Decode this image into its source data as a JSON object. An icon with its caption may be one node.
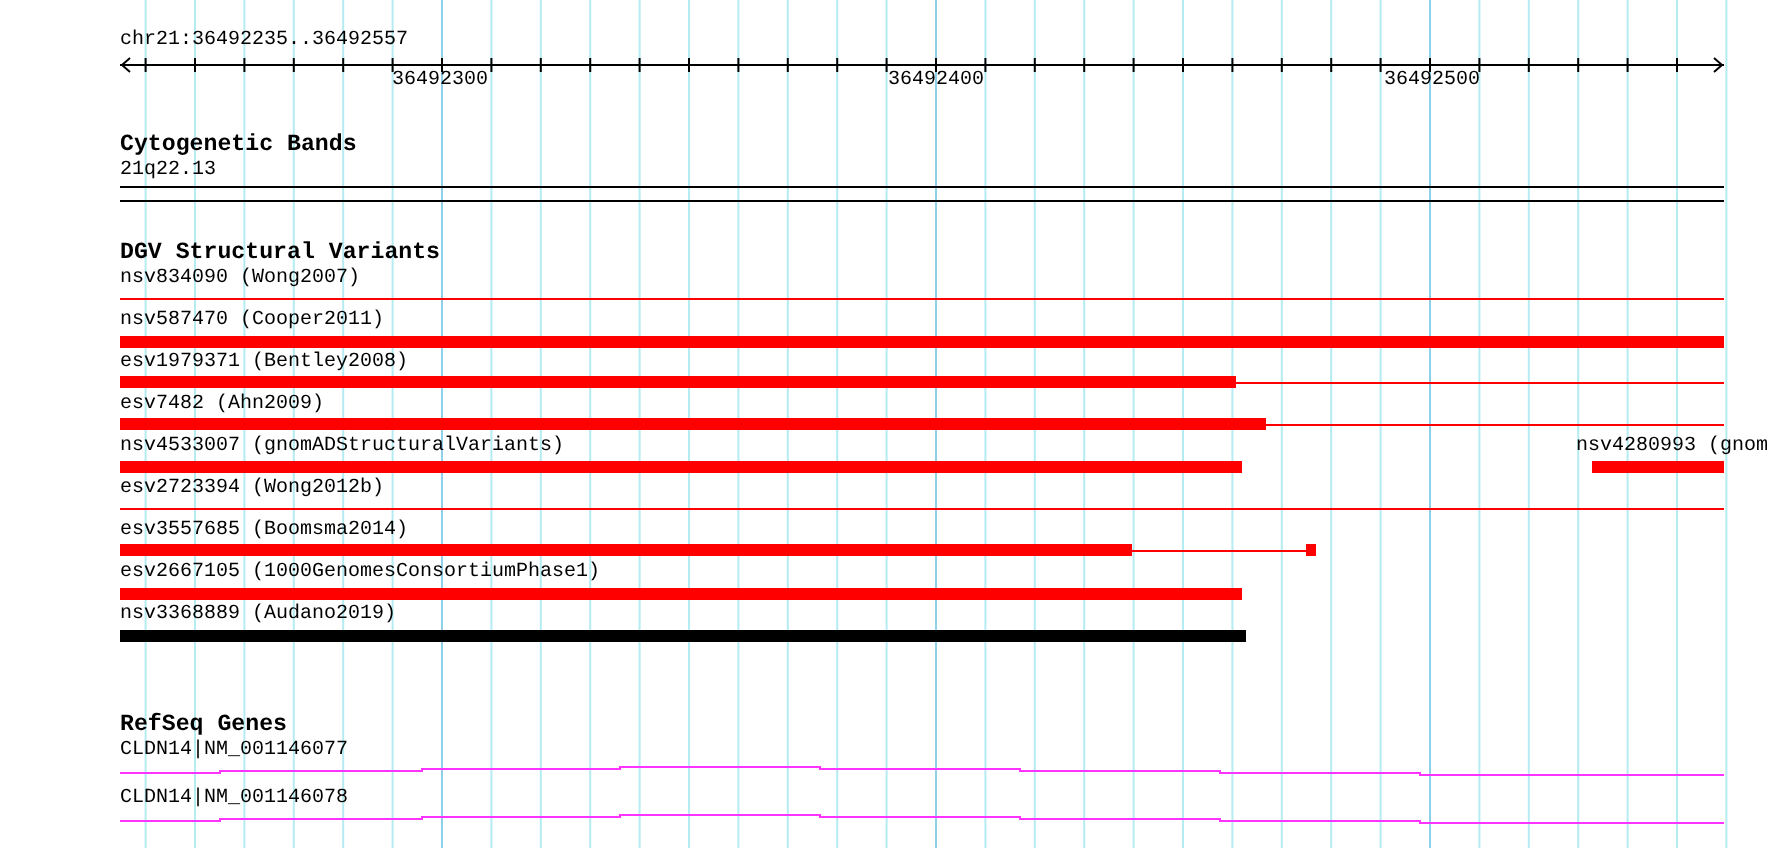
{
  "diagram": {
    "labels": [
      "chr21:36492235..36492557",
      "36492300",
      "36492400",
      "36492500",
      "Cytogenetic Bands",
      "21q22.13",
      "DGV Structural Variants",
      "nsv834090 (Wong2007)",
      "nsv587470 (Cooper2011)",
      "esv1979371 (Bentley2008)",
      "esv7482 (Ahn2009)",
      "nsv4533007 (gnomADStructuralVariants)",
      "nsv4280993 (gnom",
      "esv2723394 (Wong2012b)",
      "esv3557685 (Boomsma2014)",
      "esv2667105 (1000GenomesConsortiumPhase1)",
      "nsv3368889 (Audano2019)",
      "RefSeq Genes",
      "CLDN14|NM_001146077",
      "CLDN14|NM_001146078"
    ]
  }
}
